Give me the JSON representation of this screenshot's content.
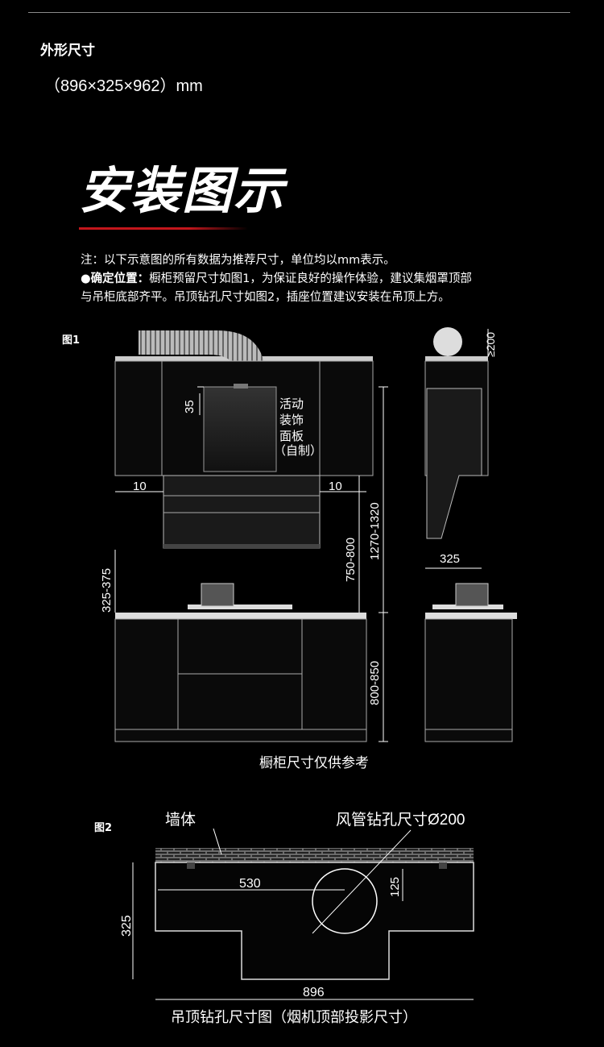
{
  "header": {
    "size_title": "外形尺寸",
    "size_value": "（896×325×962）mm"
  },
  "install": {
    "title": "安装图示",
    "note_line1": "注：以下示意图的所有数据为推荐尺寸，单位均以mm表示。",
    "note_bold": "●确定位置：",
    "note_line2": "橱柜预留尺寸如图1，为保证良好的操作体验，建议集烟罩顶部",
    "note_line3": "与吊柜底部齐平。吊顶钻孔尺寸如图2，插座位置建议安装在吊顶上方。"
  },
  "fig1": {
    "label": "图1",
    "panel_line1": "活动",
    "panel_line2": "装饰",
    "panel_line3": "面板",
    "panel_line4": "（自制）",
    "dim_35": "35",
    "dim_10_left": "10",
    "dim_10_right": "10",
    "dim_325_375": "325-375",
    "dim_750_800": "750-800",
    "dim_1270_1320": "1270-1320",
    "dim_800_850": "800-850",
    "dim_200": "≥200",
    "dim_325": "325",
    "caption": "橱柜尺寸仅供参考"
  },
  "fig2": {
    "label": "图2",
    "wall": "墙体",
    "duct": "风管钻孔尺寸Ø200",
    "dim_530": "530",
    "dim_125": "125",
    "dim_325": "325",
    "dim_896": "896",
    "caption": "吊顶钻孔尺寸图（烟机顶部投影尺寸）"
  }
}
